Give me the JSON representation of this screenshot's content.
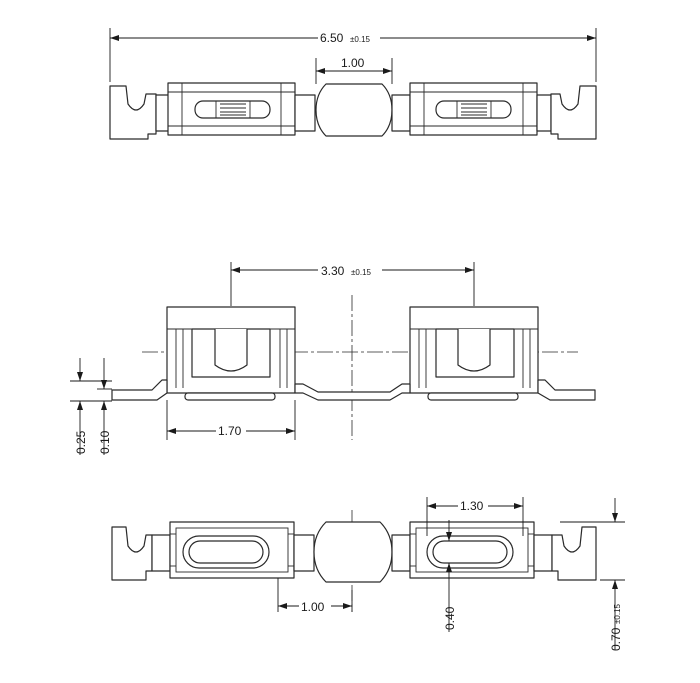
{
  "top_view": {
    "overall_length": {
      "value": "6.50",
      "tolerance": "±0.15"
    },
    "center_width": {
      "value": "1.00"
    }
  },
  "side_view": {
    "pitch": {
      "value": "3.30",
      "tolerance": "±0.15"
    },
    "body_width": {
      "value": "1.70"
    },
    "tab_thickness_a": {
      "value": "0.25"
    },
    "tab_thickness_b": {
      "value": "0.10"
    }
  },
  "bottom_view": {
    "slot_length": {
      "value": "1.30"
    },
    "center_width": {
      "value": "1.00"
    },
    "slot_width": {
      "value": "0.40"
    },
    "height": {
      "value": "0.70",
      "tolerance": "±0.15"
    }
  }
}
